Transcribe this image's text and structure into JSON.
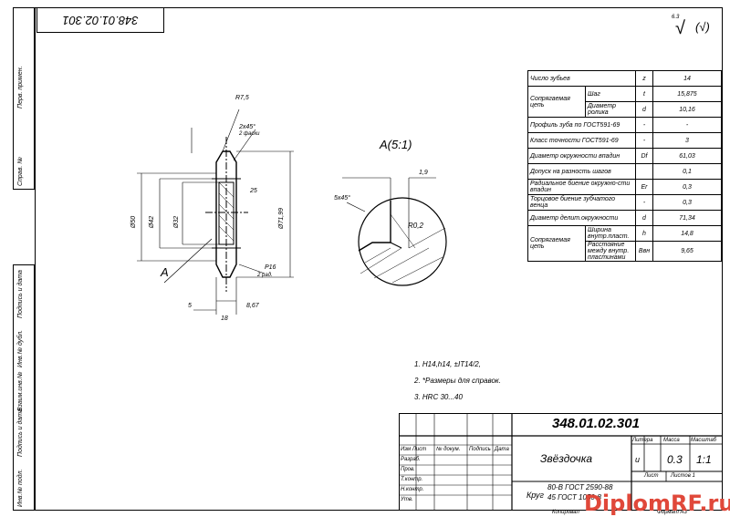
{
  "drawing_number": "348.01.02.301",
  "drawing_number_rotated": "348.01.02.301",
  "part_name": "Звёздочка",
  "material_line1": "Круг",
  "material_line2": "80-В ГОСТ 2590-88",
  "material_line3": "45 ГОСТ 1050-8",
  "litera_label": "Литера",
  "mass_label": "Масса",
  "scale_label": "Масштаб",
  "litera_value": "u",
  "mass_value": "0.3",
  "scale_value": "1:1",
  "sheet_label": "Лист",
  "sheets_label": "Листов 1",
  "copied_label": "Копировал",
  "format_label": "Формат А3",
  "roughness": "6.3",
  "roughness_suffix": "(√)",
  "view_label": "A(5:1)",
  "view_arrow_label": "A",
  "title_rows": [
    "Изм. Лист",
    "Разраб.",
    "Пров.",
    "Т.контр.",
    "Н.контр.",
    "Утв."
  ],
  "title_header": {
    "col1": "Изм Лист",
    "col2": "№ докум.",
    "col3": "Подпись",
    "col4": "Дата"
  },
  "left_labels": [
    "Перв. примен.",
    "Справ. №",
    "Подпись и дата",
    "Инв.№ дубл.",
    "Взаим.инв.№",
    "Подпись и дата",
    "Инв.№ подл."
  ],
  "params": [
    {
      "name": "Число зубьев",
      "sym": "z",
      "val": "14"
    },
    {
      "group": "Сопрягаемая цепь",
      "name": "Шаг",
      "sym": "t",
      "val": "15,875"
    },
    {
      "name": "Диаметр ролика",
      "sym": "d",
      "val": "10,16"
    },
    {
      "name": "Профиль зуба по ГОСТ591-69",
      "sym": "-",
      "val": "-"
    },
    {
      "name": "Класс точности ГОСТ591-69",
      "sym": "-",
      "val": "3"
    },
    {
      "name": "Диаметр окружности впадин",
      "sym": "Df",
      "val": "61,03"
    },
    {
      "name": "Допуск на разность шагов",
      "sym": "",
      "val": "0,1"
    },
    {
      "name": "Радиальное биение окружно-сти впадин",
      "sym": "Er",
      "val": "0,3"
    },
    {
      "name": "Торцовое биение зубчатого венца",
      "sym": "-",
      "val": "0,3"
    },
    {
      "name": "Диаметр делит.окружности",
      "sym": "d",
      "val": "71,34"
    },
    {
      "group": "Сопрягаемая цепь",
      "name": "Ширина внутр.пласт.",
      "sym": "h",
      "val": "14,8"
    },
    {
      "name": "Расстояние между внутр. пластинами",
      "sym": "Bвн",
      "val": "9,65"
    }
  ],
  "notes": [
    "1. Н14,h14, ±IT14/2,",
    "2. *Размеры для справок.",
    "3. HRC 30...40"
  ],
  "dims": {
    "r": "R7,5",
    "chamfer": "2x45°",
    "chamfer_note": "2 фаски",
    "d50": "Ø50",
    "d42": "Ø42",
    "d32": "Ø32",
    "d7199": "Ø71,99",
    "d25": "25",
    "p16": "P16",
    "p16_note": "2 рад.",
    "w5": "5",
    "w18": "18",
    "w867": "8,67",
    "d19": "1,9",
    "r02": "R0,2",
    "ang": "5x45°"
  },
  "watermark": "DiplomRF.ru"
}
